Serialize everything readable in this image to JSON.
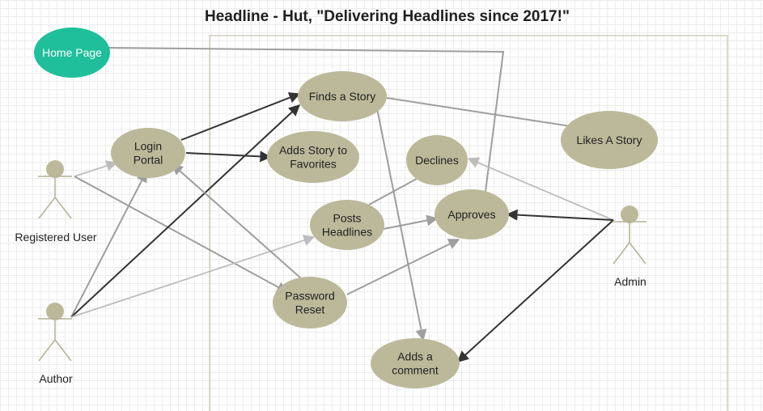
{
  "title": "Headline - Hut, \"Delivering Headlines since 2017!\"",
  "colors": {
    "usecase_fill": "#bcb99a",
    "homepage_fill": "#1fbf9b",
    "actor_fill": "#bcb99a",
    "actor_stroke": "#b4b196",
    "boundary": "#c5c3ae",
    "dark_line": "#333333",
    "mid_line": "#9e9e9e",
    "light_line": "#bdbdbd"
  },
  "home_page": {
    "label": "Home Page"
  },
  "actors": [
    {
      "id": "registered_user",
      "name": "Registered User"
    },
    {
      "id": "author",
      "name": "Author"
    },
    {
      "id": "admin",
      "name": "Admin"
    }
  ],
  "use_cases": [
    {
      "id": "login_portal",
      "lines": [
        "Login",
        "Portal"
      ]
    },
    {
      "id": "finds_story",
      "lines": [
        "Finds a Story"
      ]
    },
    {
      "id": "adds_favorites",
      "lines": [
        "Adds Story to",
        "Favorites"
      ]
    },
    {
      "id": "likes_story",
      "lines": [
        "Likes A Story"
      ]
    },
    {
      "id": "declines",
      "lines": [
        "Declines"
      ]
    },
    {
      "id": "posts_headlines",
      "lines": [
        "Posts",
        "Headlines"
      ]
    },
    {
      "id": "approves",
      "lines": [
        "Approves"
      ]
    },
    {
      "id": "password_reset",
      "lines": [
        "Password",
        "Reset"
      ]
    },
    {
      "id": "adds_comment",
      "lines": [
        "Adds a",
        "comment"
      ]
    }
  ]
}
